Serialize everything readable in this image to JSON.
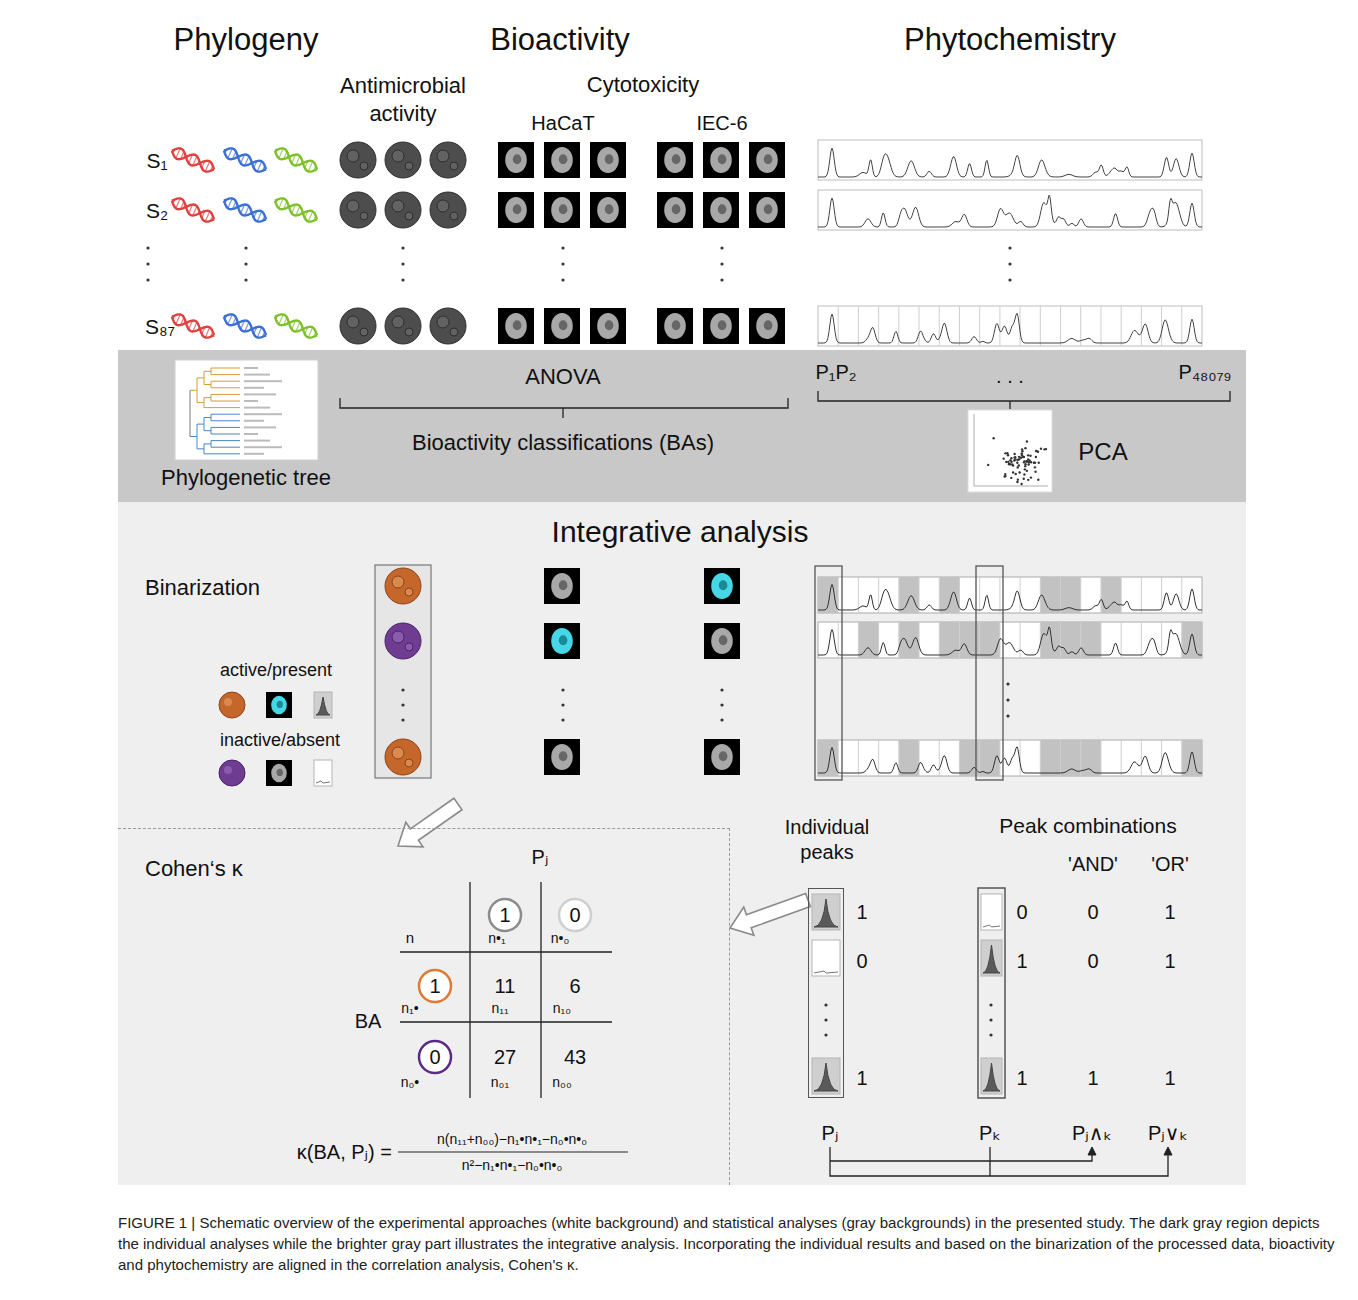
{
  "diagram": {
    "caption": "FIGURE 1 | Schematic overview of the experimental approaches (white background) and statistical analyses (gray backgrounds) in the presented study. The dark gray region depicts the individual analyses while the brighter gray part illustrates the integrative analysis. Incorporating the individual results and based on the binarization of the processed data, bioactivity and phytochemistry are aligned in the correlation analysis, Cohen's κ.",
    "nodes": [
      {
        "text": [
          "Phylogenetic tree",
          "ANOVA",
          "Bioactivity classifications (BAs)",
          "P₁P₂",
          ". . .",
          "P₄₈₀₇₉",
          "PCA"
        ]
      },
      {
        "text": [
          "Integrative analysis",
          "Binarization"
        ]
      },
      {
        "text": [
          "Cohen‘s κ"
        ],
        "in": 1
      },
      {
        "text": [
          "1"
        ],
        "in": 2
      },
      {
        "text": [
          "0"
        ],
        "in": 2
      },
      {
        "text": [
          "1"
        ],
        "in": 2
      },
      {
        "text": [
          "0"
        ],
        "in": 2
      },
      {
        "text": [
          "Individual peaks"
        ],
        "in": 1
      }
    ],
    "edges": [
      {
        "from": 7,
        "to": 2,
        "arrow": "to"
      }
    ],
    "labels": [
      "Phylogeny",
      "Bioactivity",
      "Phytochemistry",
      "Antimicrobial activity",
      "Cytotoxicity",
      "HaCaT",
      "IEC-6",
      "S₁",
      "S₂",
      "S₈₇",
      "Pⱼ",
      "n",
      "n•₁",
      "n•₀",
      "BA",
      "n₁•",
      "11",
      "6",
      "n₁₁",
      "n₁₀",
      "n₀•",
      "27",
      "43",
      "n₀₁",
      "n₀₀",
      "κ(BA, Pⱼ) =",
      "n(n₁₁+n₀₀)−n₁•n•₁−n₀•n•₀",
      "n²−n₁•n•₁−n₀•n•₀",
      "Peak combinations",
      "'AND'",
      "'OR'",
      "1",
      "0",
      "1",
      "0",
      "1",
      "1",
      "0",
      "0",
      "1",
      "1",
      "1",
      "1",
      "Pⱼ",
      "Pₖ",
      "Pⱼ∧ₖ",
      "Pⱼ∨ₖ"
    ],
    "legend": [
      {
        "text": "active/present"
      },
      {
        "text": "inactive/absent"
      }
    ]
  }
}
